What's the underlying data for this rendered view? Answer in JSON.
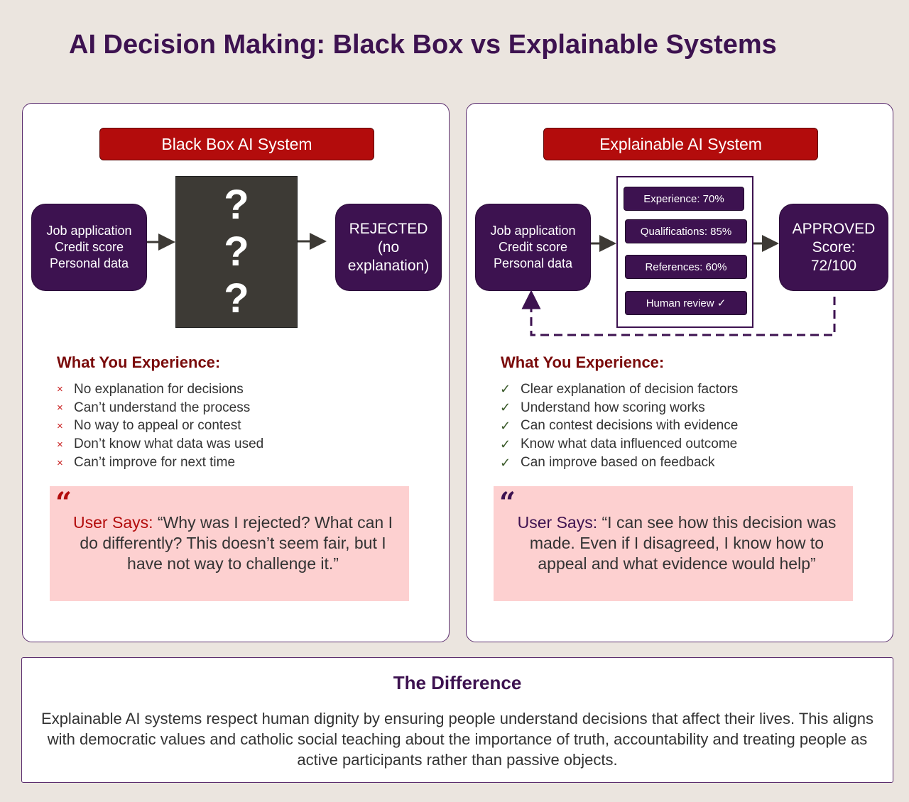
{
  "title": "AI Decision Making: Black Box vs Explainable Systems",
  "black_box": {
    "header": "Black Box AI System",
    "input_lines": [
      "Job application",
      "Credit score",
      "Personal data"
    ],
    "question_marks": [
      "?",
      "?",
      "?"
    ],
    "output_lines": [
      "REJECTED",
      "(no",
      "explanation)"
    ],
    "experience_heading": "What You Experience:",
    "experience_items": [
      "No explanation for decisions",
      "Can’t understand the process",
      "No way to appeal or contest",
      "Don’t know what data was used",
      "Can’t improve for next time"
    ],
    "quote_mark": "“",
    "quote_label": "User Says:",
    "quote_text": " “Why was I rejected? What can I do differently? This doesn’t seem fair, but I have not way to challenge it.”"
  },
  "explainable": {
    "header": "Explainable AI System",
    "input_lines": [
      "Job application",
      "Credit score",
      "Personal data"
    ],
    "factors": [
      "Experience: 70%",
      "Qualifications: 85%",
      "References: 60%",
      "Human review ✓"
    ],
    "output_lines": [
      "APPROVED",
      "Score:",
      "72/100"
    ],
    "experience_heading": "What You Experience:",
    "experience_items": [
      "Clear explanation of decision factors",
      "Understand how scoring works",
      "Can contest decisions with evidence",
      "Know what data influenced outcome",
      "Can improve based on feedback"
    ],
    "quote_mark": "“",
    "quote_label": "User Says:",
    "quote_text": " “I can see how this decision was made. Even if I disagreed, I know how to appeal and what evidence would help”"
  },
  "difference": {
    "title": "The Difference",
    "text": "Explainable AI systems respect human dignity by ensuring people understand decisions that affect their lives. This aligns with democratic values and catholic social teaching about the importance of truth, accountability and treating people as active participants rather than passive objects."
  },
  "marks": {
    "cross": "×",
    "check": "✓"
  },
  "colors": {
    "primary": "#3d1250",
    "red": "#b30c0c",
    "background": "#ebe5df",
    "quote_bg": "#fdd0d0"
  }
}
